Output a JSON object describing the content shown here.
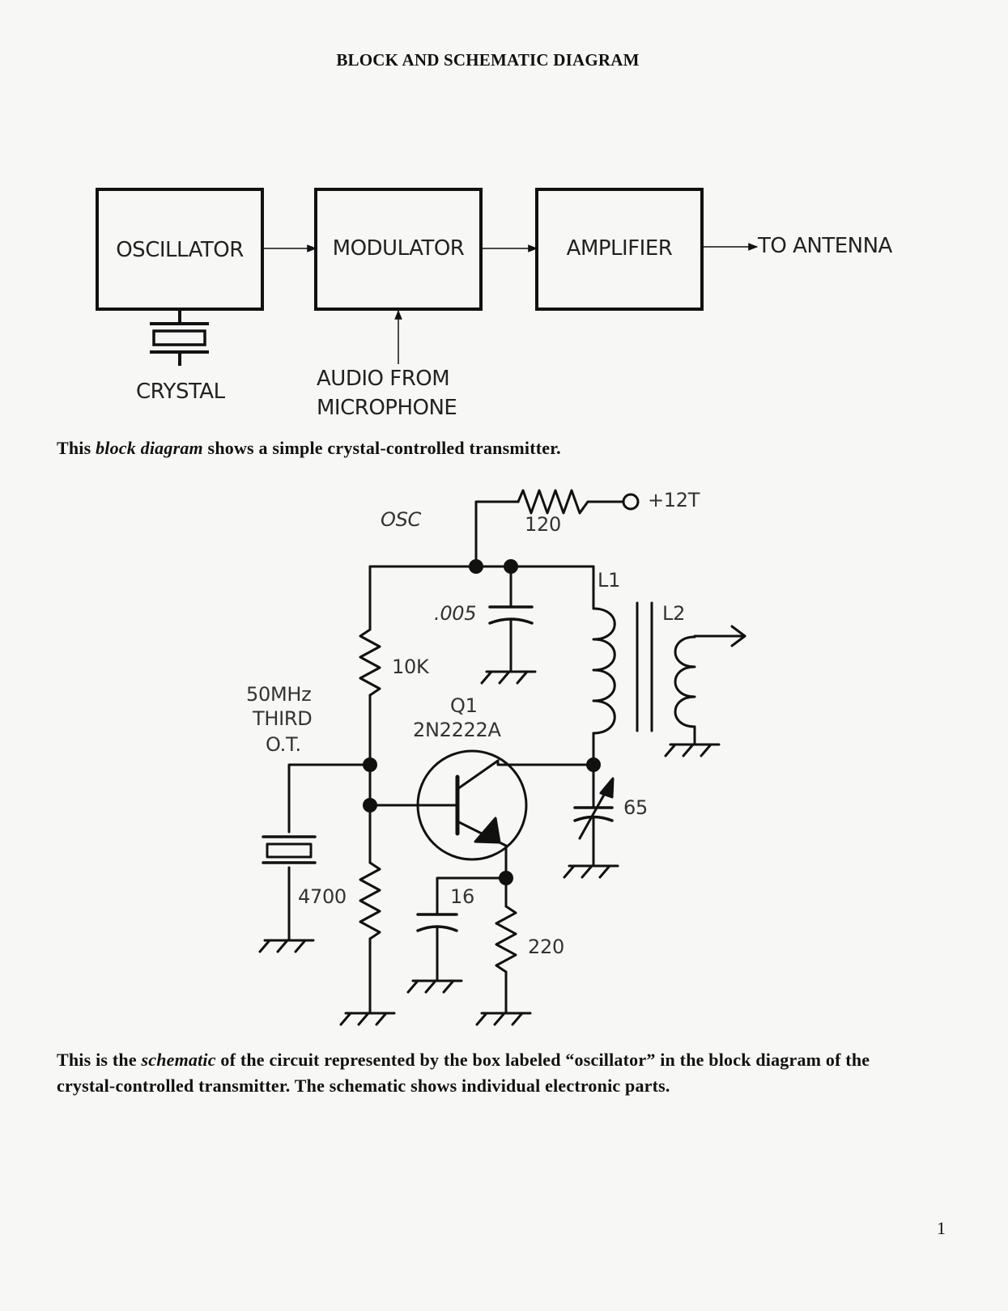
{
  "page": {
    "title": "BLOCK AND SCHEMATIC DIAGRAM",
    "page_number": "1"
  },
  "block_diagram": {
    "blocks": [
      "OSCILLATOR",
      "MODULATOR",
      "AMPLIFIER"
    ],
    "output_label": "TO ANTENNA",
    "crystal_label": "CRYSTAL",
    "audio_label_line1": "AUDIO FROM",
    "audio_label_line2": "MICROPHONE"
  },
  "caption_block": {
    "before": "This ",
    "emphasis": "block diagram",
    "after": " shows a simple crystal-controlled transmitter."
  },
  "schematic": {
    "section_label": "OSC",
    "supply_label": "+12T",
    "r_collector": "120",
    "c_bypass": ".005",
    "l1": "L1",
    "l2": "L2",
    "r_bias_top": "10K",
    "transistor_ref": "Q1",
    "transistor_part": "2N2222A",
    "crystal_line1": "50MHz",
    "crystal_line2": "THIRD",
    "crystal_line3": "O.T.",
    "c_tune": "65",
    "r_bias_bottom": "4700",
    "c_emitter": "16",
    "r_emitter": "220"
  },
  "caption_schematic": {
    "before": "This is the ",
    "emphasis": "schematic",
    "after": " of the circuit represented by the box labeled “oscillator” in the block diagram of the crystal-controlled transmitter. The schematic shows individual electronic parts."
  }
}
